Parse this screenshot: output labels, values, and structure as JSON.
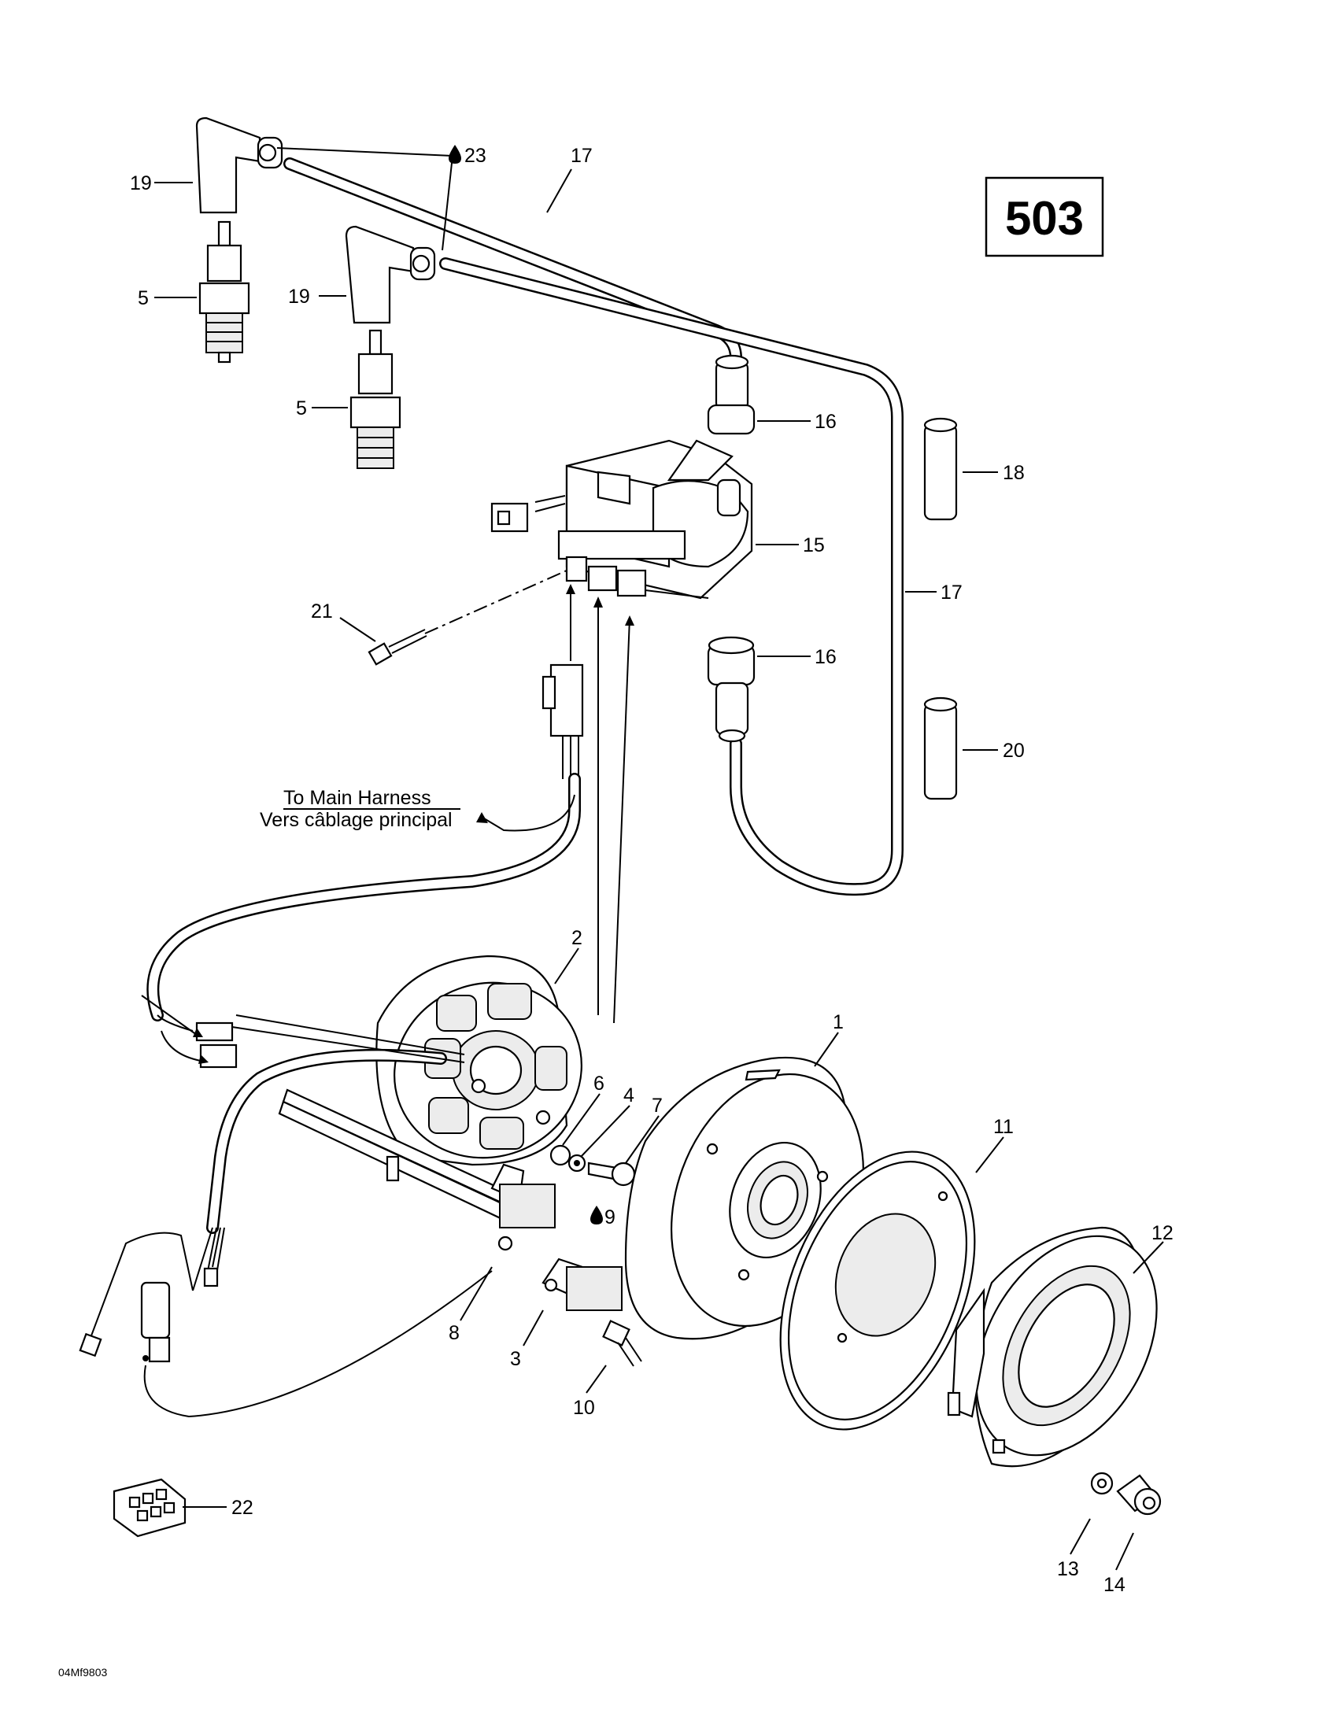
{
  "page_number": "503",
  "drawing_code": "04Mf9803",
  "note": {
    "line1": "To Main Harness",
    "line2": "Vers câblage principal"
  },
  "callouts": {
    "c1": "1",
    "c2": "2",
    "c3": "3",
    "c4": "4",
    "c5a": "5",
    "c5b": "5",
    "c6": "6",
    "c7": "7",
    "c8": "8",
    "c9": "9",
    "c10": "10",
    "c11": "11",
    "c12": "12",
    "c13": "13",
    "c14": "14",
    "c15": "15",
    "c16a": "16",
    "c16b": "16",
    "c17a": "17",
    "c17b": "17",
    "c18": "18",
    "c19a": "19",
    "c19b": "19",
    "c20": "20",
    "c21": "21",
    "c22": "22",
    "c23": "23"
  },
  "icons": {
    "lubricant": "drop-icon"
  }
}
